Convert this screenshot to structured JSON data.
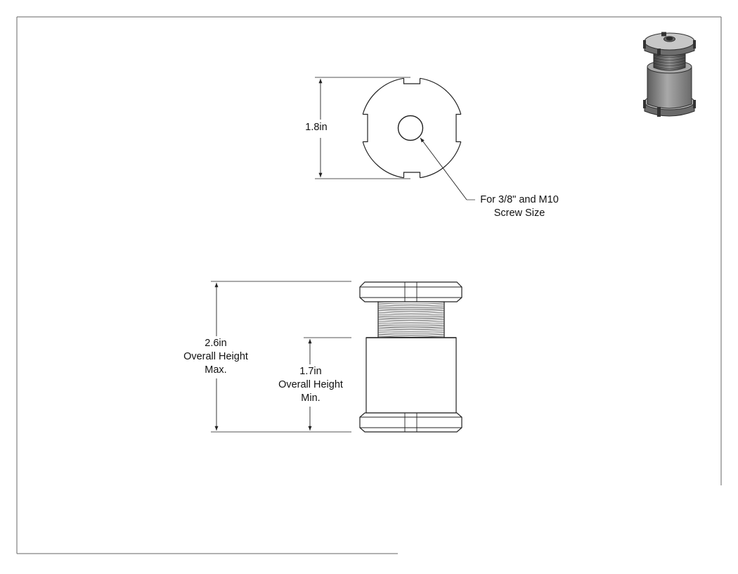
{
  "drawing": {
    "top_view": {
      "diameter_label": "1.8in",
      "callout_line1": "For 3/8\" and M10",
      "callout_line2": "Screw Size"
    },
    "side_view": {
      "max_height_value": "2.6in",
      "max_height_line2": "Overall Height",
      "max_height_line3": "Max.",
      "min_height_value": "1.7in",
      "min_height_line2": "Overall Height",
      "min_height_line3": "Min."
    },
    "colors": {
      "line": "#222222",
      "thin_line": "#555555",
      "iso_body": "#8a8a8a",
      "iso_dark": "#4a4a4a",
      "iso_light": "#c4c4c4"
    },
    "icons": {
      "iso_view": "isometric-leveler-icon"
    }
  }
}
